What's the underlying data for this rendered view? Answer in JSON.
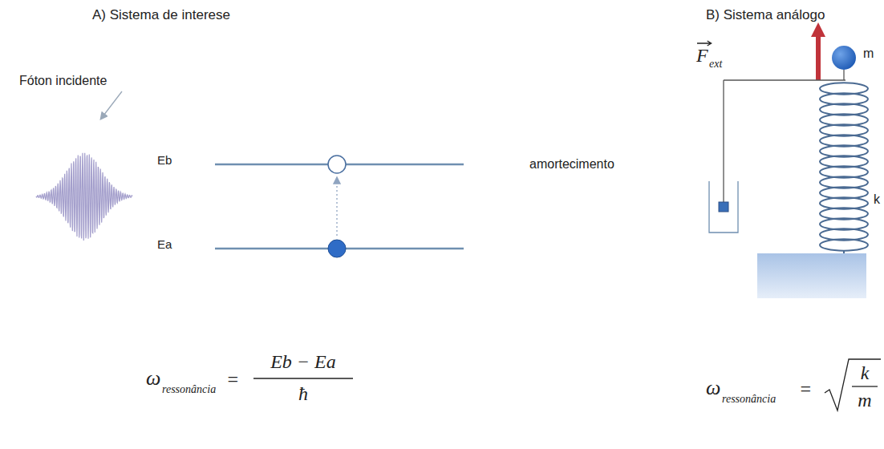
{
  "diagram": {
    "labels": [
      "A) Sistema de interese",
      "B) Sistema análogo",
      "Fóton incidente",
      "Eb",
      "Ea",
      "F",
      "ext",
      "m",
      "amortecimento",
      "k",
      "ω",
      "ressonância",
      "=",
      "Eb − Ea",
      "ħ",
      "ω",
      "ressonância",
      "=",
      "k",
      "m"
    ]
  }
}
